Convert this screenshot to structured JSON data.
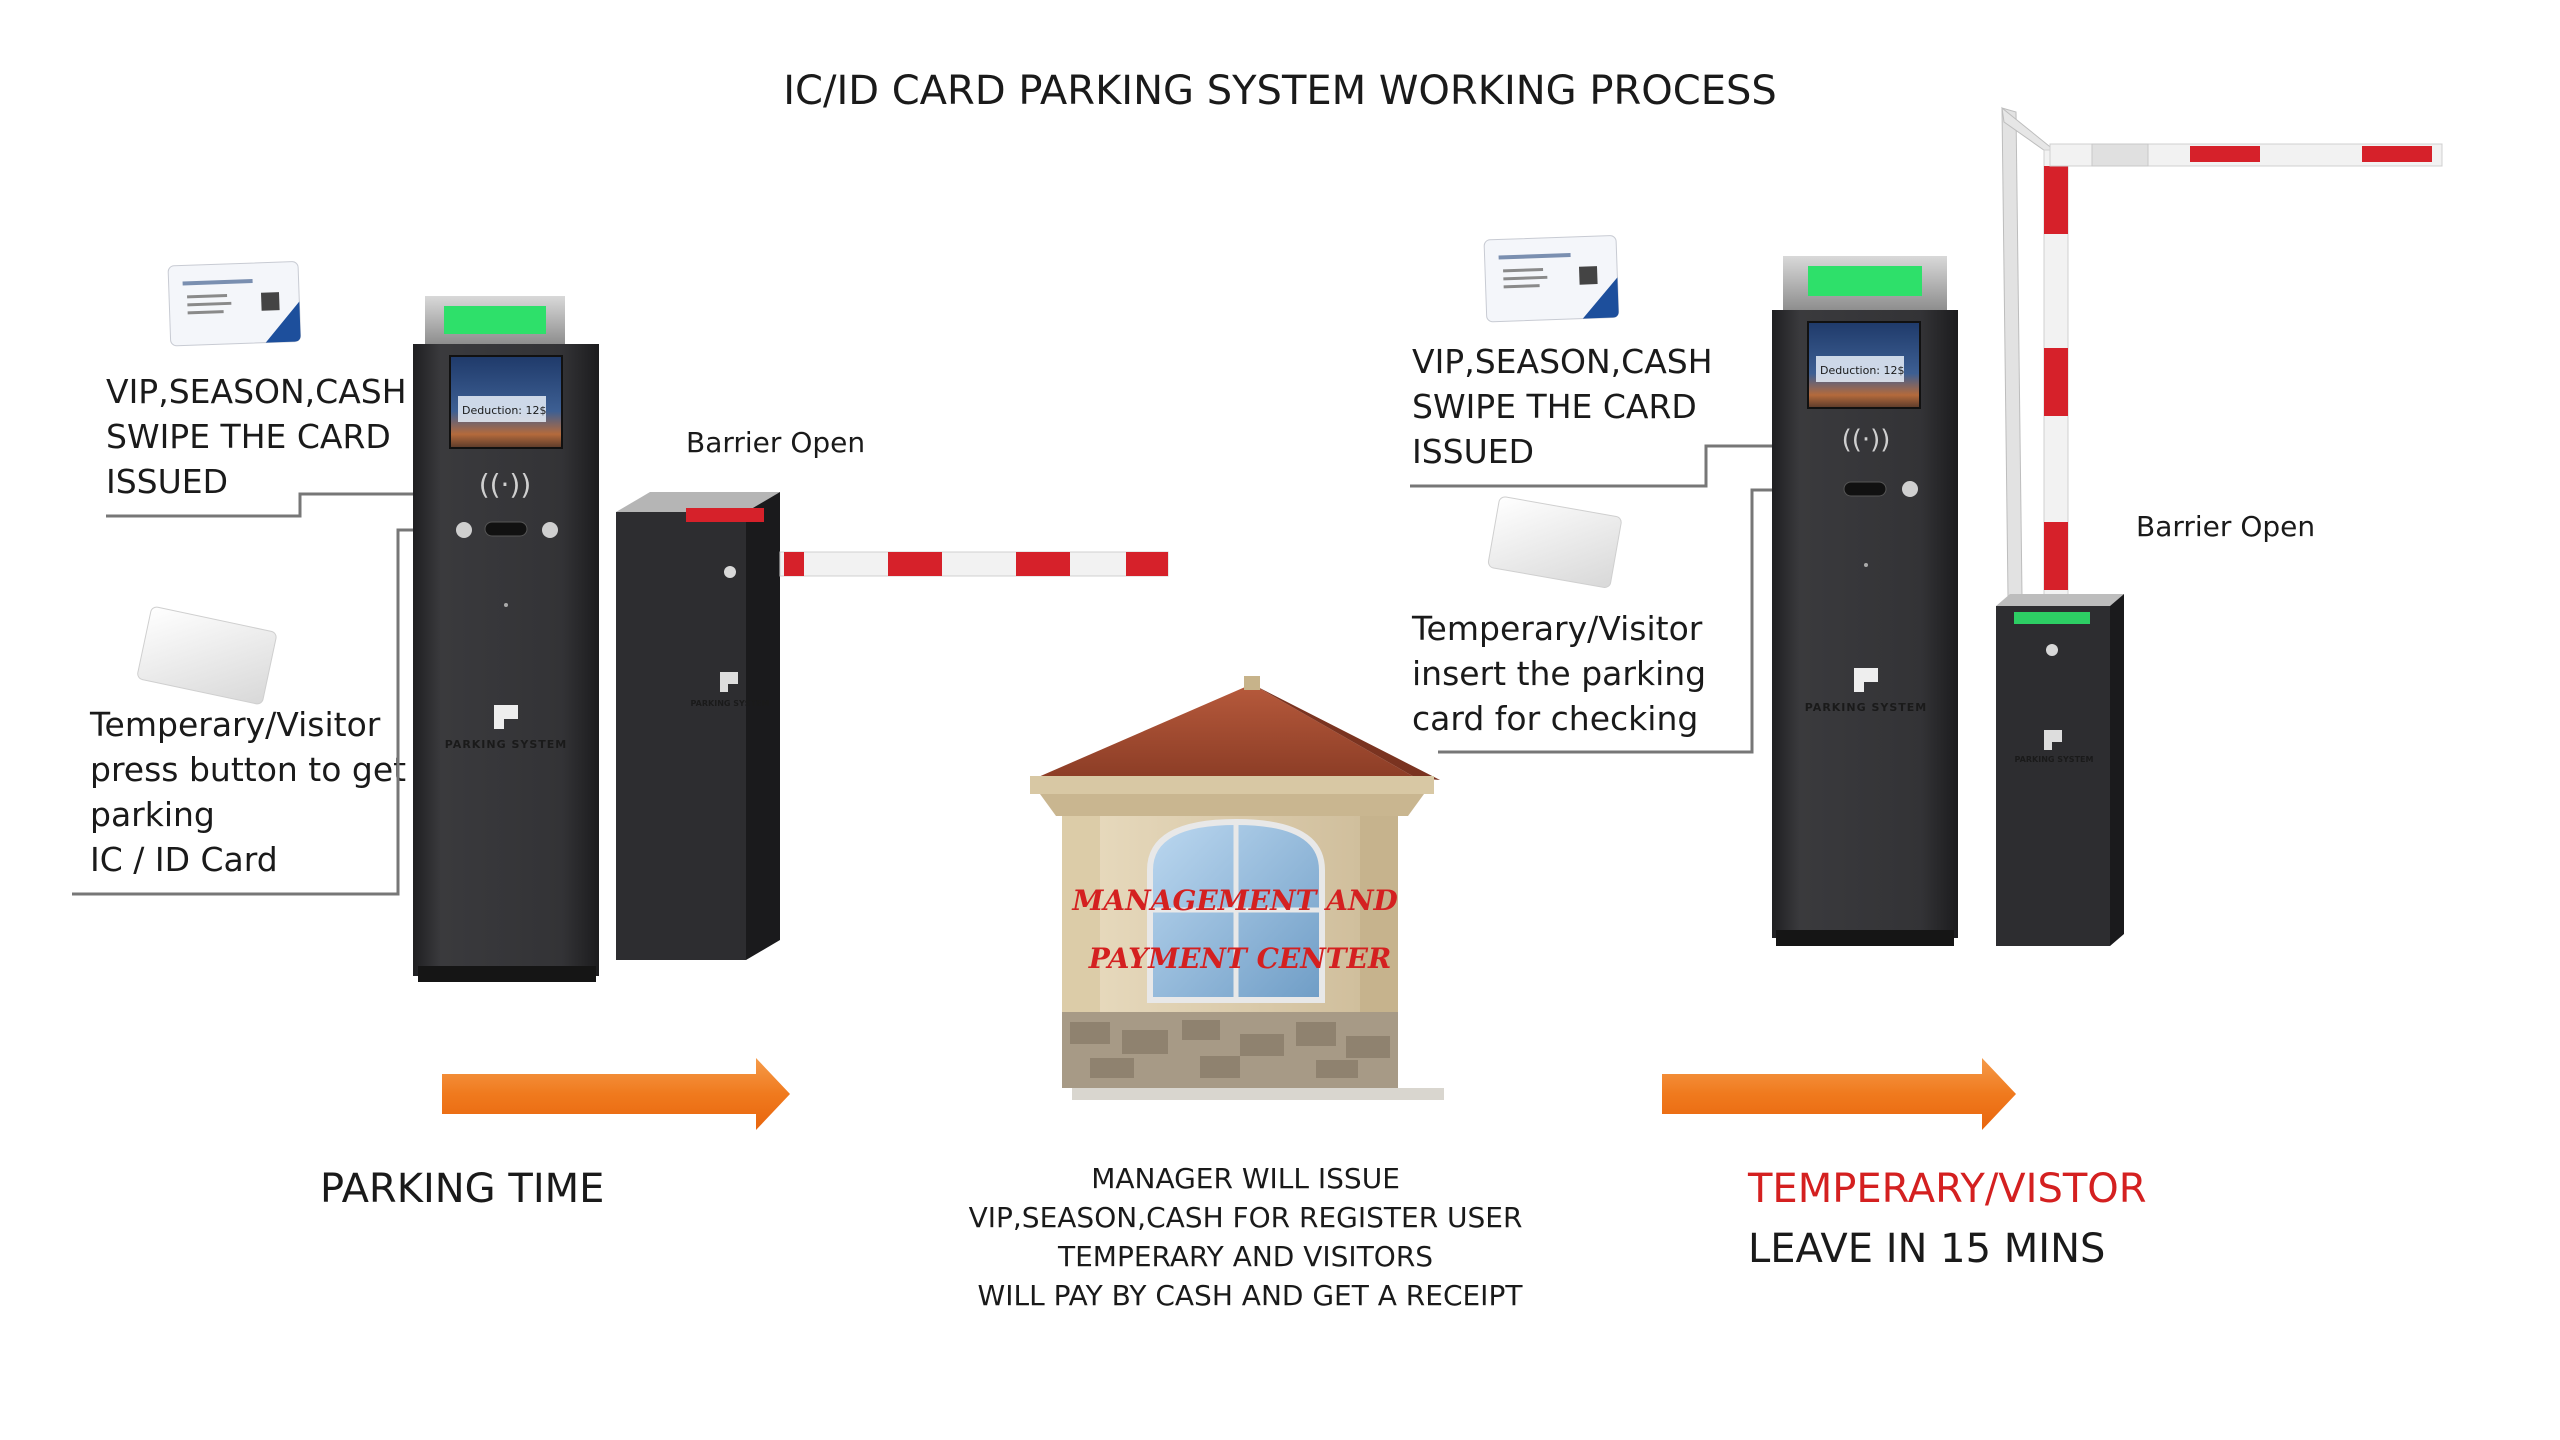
{
  "title": "IC/ID CARD PARKING SYSTEM WORKING PROCESS",
  "entry": {
    "card_text": [
      "VIP,SEASON,CASH",
      "SWIPE THE CARD",
      "ISSUED"
    ],
    "visitor_text": [
      "Temperary/Visitor",
      "press button to get",
      "parking",
      "IC / ID Card"
    ],
    "barrier_label": "Barrier Open",
    "brand": "PARKING SYSTEM",
    "screen_text": "Deduction: 12$",
    "stage_label": "PARKING TIME"
  },
  "center": {
    "booth_lines": [
      "MANAGEMENT AND",
      "PAYMENT CENTER"
    ],
    "note_lines": [
      "MANAGER WILL ISSUE",
      "VIP,SEASON,CASH FOR REGISTER USER",
      "TEMPERARY AND VISITORS",
      "WILL PAY BY CASH AND GET A RECEIPT"
    ]
  },
  "exit": {
    "card_text": [
      "VIP,SEASON,CASH",
      "SWIPE THE CARD",
      "ISSUED"
    ],
    "visitor_text": [
      "Temperary/Visitor",
      "insert the parking",
      "card for checking"
    ],
    "barrier_label": "Barrier Open",
    "brand": "PARKING SYSTEM",
    "screen_text": "Deduction: 12$",
    "stage_label_red": "TEMPERARY/VISTOR",
    "stage_label": "LEAVE IN 15 MINS"
  },
  "colors": {
    "arrow": "#f07a1e",
    "kiosk": "#2f2f31",
    "green_light": "#2ee06a",
    "barrier_red": "#d6212a",
    "booth_text": "#d42020",
    "red_label": "#d42020"
  }
}
